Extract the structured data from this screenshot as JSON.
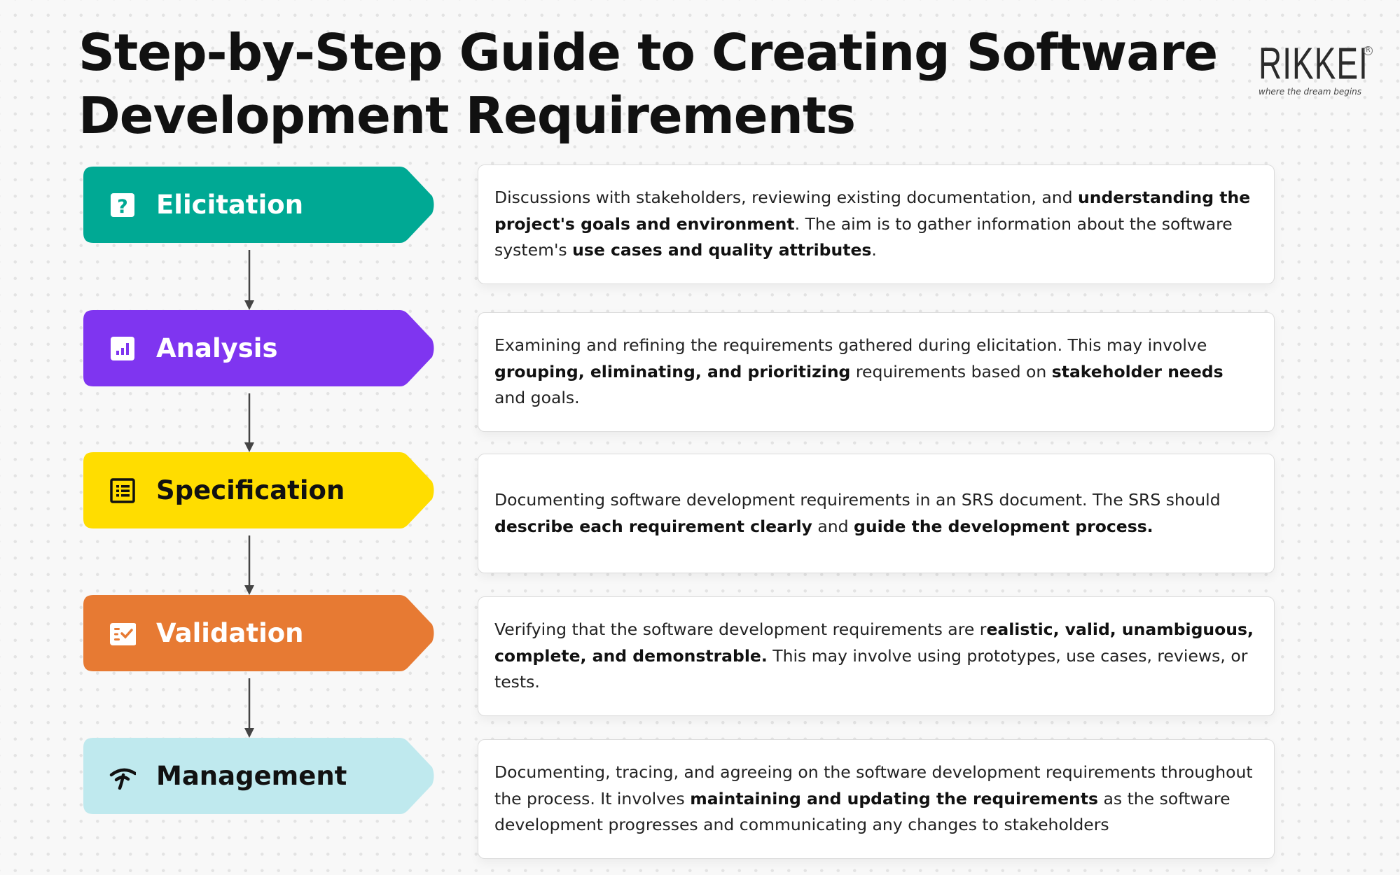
{
  "title": "Step-by-Step Guide to Creating Software Development Requirements",
  "logo": {
    "mark": "RIKKEI",
    "tagline": "where the dream begins"
  },
  "steps": [
    {
      "label": "Elicitation",
      "icon": "question-icon",
      "color": "#00A994",
      "text_color": "#ffffff",
      "description": [
        {
          "text": "Discussions with stakeholders, reviewing existing documentation, and ",
          "bold": false
        },
        {
          "text": "understanding the project's goals and environment",
          "bold": true
        },
        {
          "text": ". The aim is to gather information about the software system's ",
          "bold": false
        },
        {
          "text": "use cases and quality attributes",
          "bold": true
        },
        {
          "text": ".",
          "bold": false
        }
      ]
    },
    {
      "label": "Analysis",
      "icon": "bar-chart-icon",
      "color": "#7F35F0",
      "text_color": "#ffffff",
      "description": [
        {
          "text": "Examining and refining the requirements gathered during elicitation. This may involve ",
          "bold": false
        },
        {
          "text": "grouping, eliminating, and prioritizing",
          "bold": true
        },
        {
          "text": " requirements based on ",
          "bold": false
        },
        {
          "text": "stakeholder needs",
          "bold": true
        },
        {
          "text": " and goals.",
          "bold": false
        }
      ]
    },
    {
      "label": "Specification",
      "icon": "list-icon",
      "color": "#FFDD00",
      "text_color": "#111111",
      "description": [
        {
          "text": "Documenting software development requirements in an SRS document. The SRS should ",
          "bold": false
        },
        {
          "text": "describe each requirement clearly",
          "bold": true
        },
        {
          "text": " and ",
          "bold": false
        },
        {
          "text": "guide the development process.",
          "bold": true
        }
      ]
    },
    {
      "label": "Validation",
      "icon": "checklist-icon",
      "color": "#E77A33",
      "text_color": "#ffffff",
      "description": [
        {
          "text": "Verifying that the software development requirements are r",
          "bold": false
        },
        {
          "text": "ealistic, valid, unambiguous, complete, and demonstrable.",
          "bold": true
        },
        {
          "text": " This may involve using prototypes, use cases, reviews, or tests.",
          "bold": false
        }
      ]
    },
    {
      "label": "Management",
      "icon": "signal-icon",
      "color": "#BFE9EE",
      "text_color": "#111111",
      "description": [
        {
          "text": "Documenting, tracing, and agreeing on the software development requirements throughout the process. It involves ",
          "bold": false
        },
        {
          "text": "maintaining and updating the requirements",
          "bold": true
        },
        {
          "text": " as the software development progresses and communicating any changes to stakeholders",
          "bold": false
        }
      ]
    }
  ]
}
